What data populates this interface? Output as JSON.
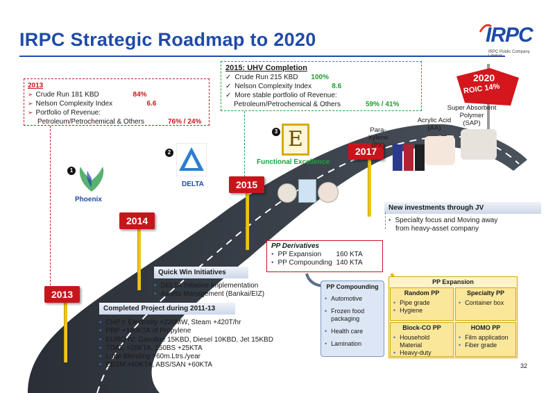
{
  "header": {
    "title": "IRPC Strategic Roadmap to 2020",
    "logo_word": "IRPC",
    "logo_sub": "IRPC Public Company Limited"
  },
  "box2013": {
    "year": "2013",
    "crude_label": "Crude Run  181 KBD",
    "crude_val": "84%",
    "nelson_label": "Nelson Complexity Index",
    "nelson_val": "6.6",
    "portfolio_label": "Portfolio of  Revenue:",
    "portfolio_sub": "Petroleum/Petrochemical & Others",
    "portfolio_val": "76% / 24%"
  },
  "box2015": {
    "title": "2015: UHV Completion",
    "crude_label": "Crude Run 215 KBD",
    "crude_val": "100%",
    "nelson_label": "Nelson Complexity Index",
    "nelson_val": "8.6",
    "portfolio_label": "More stable portfolio of Revenue:",
    "portfolio_sub": "Petroleum/Petrochemical & Others",
    "portfolio_val": "59% / 41%"
  },
  "flag2020": {
    "year": "2020",
    "roic": "ROIC 14%"
  },
  "milestones": {
    "m1": {
      "num": "1",
      "label": "Phoenix"
    },
    "m2": {
      "num": "2",
      "label": "DELTA"
    },
    "m3": {
      "num": "3",
      "label": "Functional Excellence",
      "logo_letter": "E"
    }
  },
  "years": {
    "y2013": "2013",
    "y2014": "2014",
    "y2015": "2015",
    "y2017": "2017"
  },
  "products": {
    "px": "Para-Xylene\n(PX)",
    "aa": "Acrylic Acid\n(AA)",
    "sap": "Super Absorbent\nPolymer\n(SAP)"
  },
  "jv": {
    "title": "New investments through JV",
    "items": [
      "Specialty focus and Moving away",
      "from heavy-asset company"
    ]
  },
  "pp_derivatives": {
    "title": "PP Derivatives",
    "rows": [
      {
        "name": "PP Expansion",
        "val": "160  KTA"
      },
      {
        "name": "PP Compounding",
        "val": "140  KTA"
      }
    ]
  },
  "quick_win": {
    "title": "Quick Win Initiatives",
    "items": [
      "DELTA Initiative Implementation",
      "Assets Management (Bankai/EIZ)"
    ]
  },
  "completed": {
    "title": "Completed Project during 2011-13",
    "items": [
      "CHP I: Electricity +220MW, Steam +420T/hr",
      "PRP +100KTA of Propylene",
      "EURO IV: Gasoline 15KBD, Diesel 10KBD, Jet 15KBD",
      "TDAE +28KTA, 150BS +25KTA",
      "Lube Blending +60m.Ltrs./year",
      "EBSM +60KTA, ABS/SAN +60KTA"
    ]
  },
  "pp_compounding": {
    "title": "PP Compounding",
    "items": [
      "Automotive",
      "Frozen food packaging",
      "Health care",
      "Lamination"
    ]
  },
  "pp_expansion": {
    "title": "PP Expansion",
    "random": {
      "title": "Random PP",
      "items": [
        "Pipe grade",
        "Hygiene"
      ]
    },
    "specialty": {
      "title": "Specialty PP",
      "items": [
        "Container box"
      ]
    },
    "blockco": {
      "title": "Block-CO PP",
      "items": [
        "Household Material",
        "Heavy-duty"
      ]
    },
    "homo": {
      "title": "HOMO PP",
      "items": [
        "Film application",
        "Fiber grade"
      ]
    }
  },
  "page_number": "32"
}
